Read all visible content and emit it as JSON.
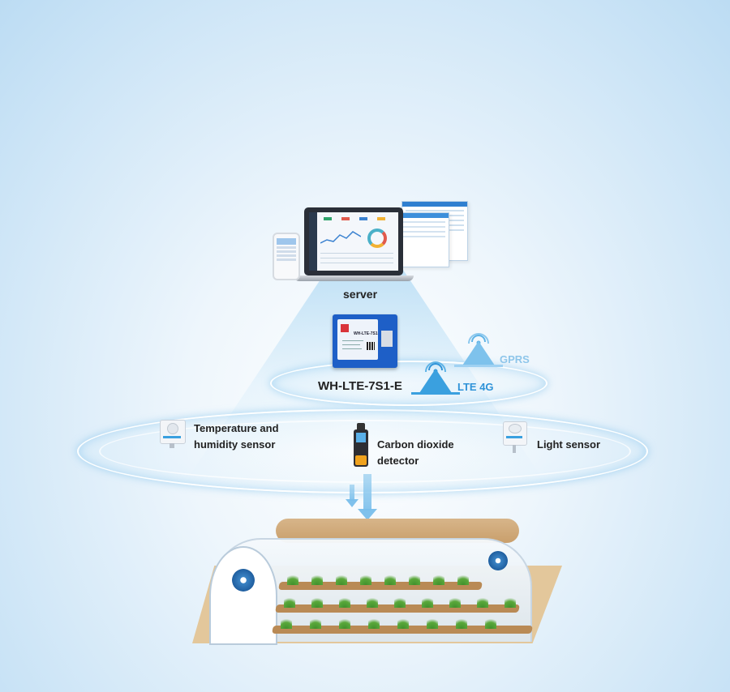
{
  "labels": {
    "server": "server",
    "module": "WH-LTE-7S1-E",
    "lte": "LTE 4G",
    "gprs": "GPRS",
    "temp_line1": "Temperature and",
    "temp_line2": "humidity sensor",
    "co2_line1": "Carbon dioxide",
    "co2_line2": "detector",
    "light": "Light sensor"
  },
  "module_chip_text": "WH-LTE-7S1",
  "colors": {
    "accent": "#3aa0df",
    "module_blue": "#1e5fc7",
    "label_dark": "#222222"
  },
  "icons": [
    "laptop-icon",
    "phone-icon",
    "monitor-icon",
    "lte-module-icon",
    "signal-tower-icon",
    "temperature-humidity-sensor-icon",
    "co2-detector-icon",
    "light-sensor-icon",
    "greenhouse-icon",
    "fan-icon"
  ]
}
